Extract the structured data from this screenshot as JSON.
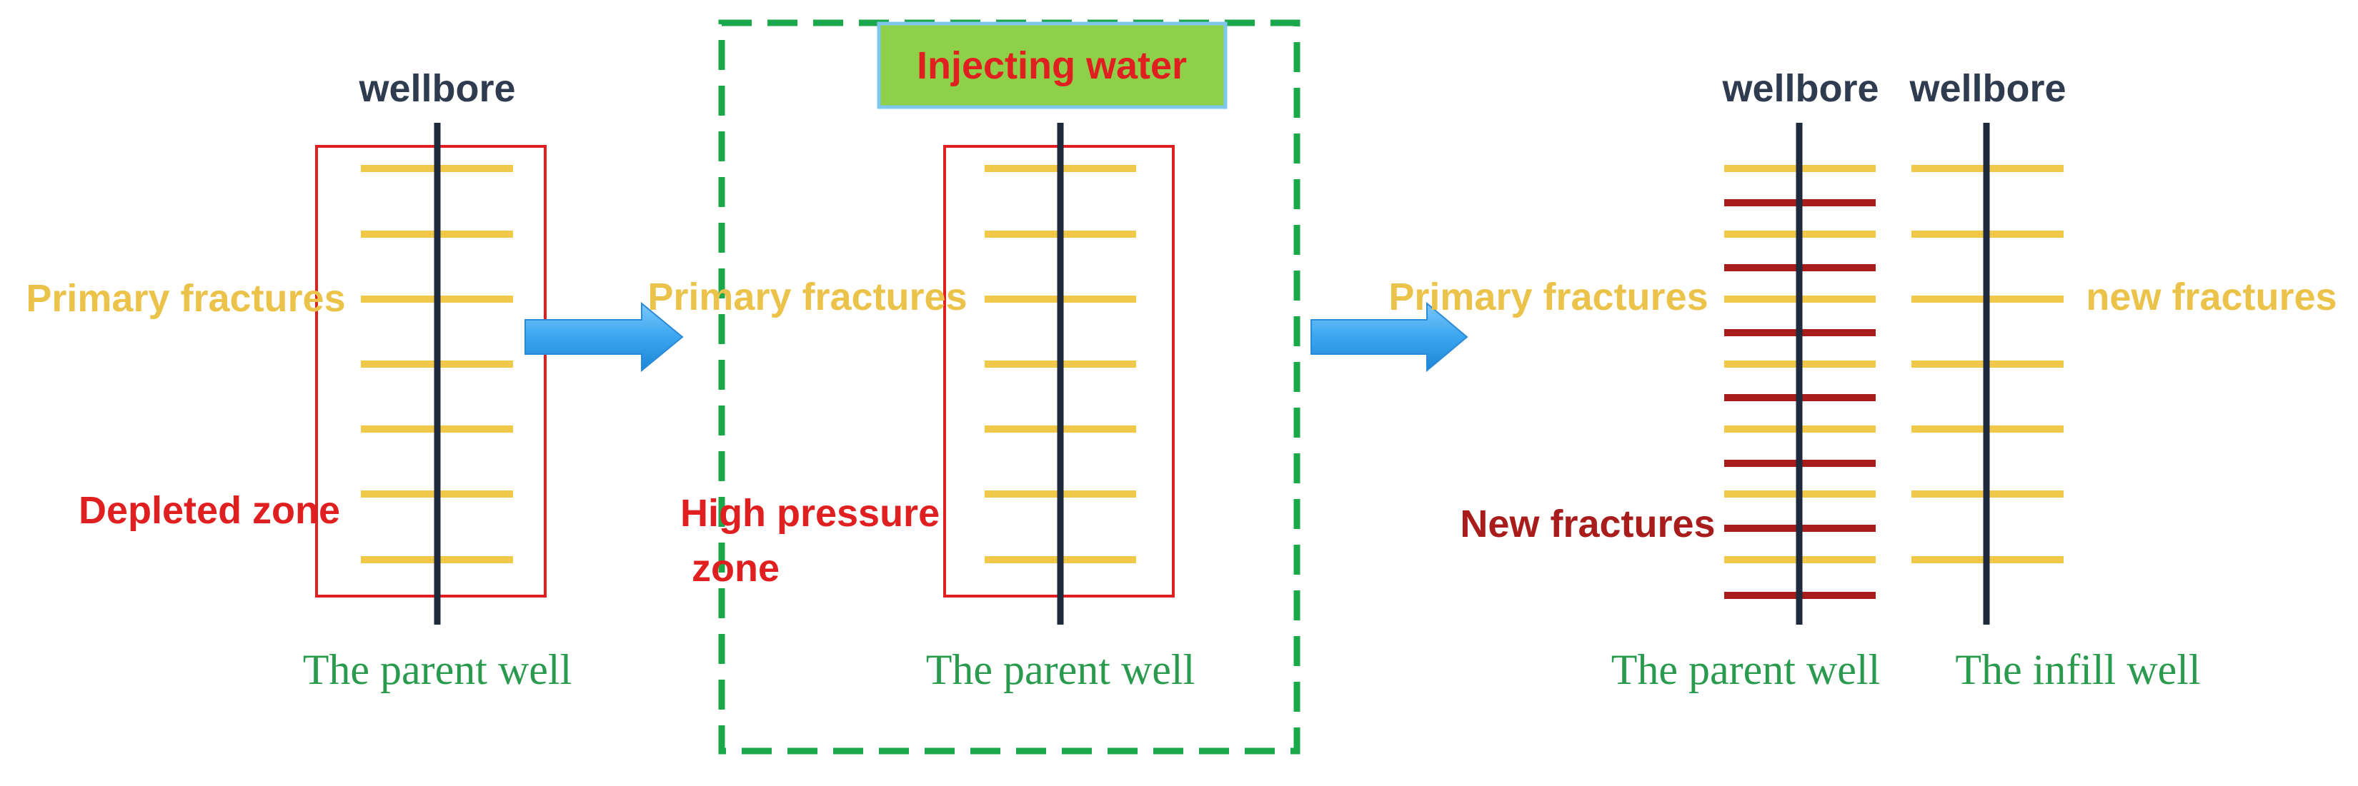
{
  "labels": {
    "wellbore": "wellbore",
    "primary_fractures": "Primary fractures",
    "depleted_zone": "Depleted zone",
    "high_pressure_line1": "High pressure",
    "high_pressure_line2": "zone",
    "injecting_water": "Injecting water",
    "new_fractures_infill": "new fractures",
    "new_fractures_parent": "New fractures",
    "parent_well": "The parent well",
    "infill_well": "The infill well"
  },
  "colors": {
    "wellbore": "#1f2a3c",
    "primary_fracture": "#f0c94a",
    "new_fracture_red": "#a81c1c",
    "zone_box": "#e02020",
    "dashed_box": "#1aa84a",
    "arrow": "#3aa6f0",
    "injecting_bg": "#8fd04a",
    "injecting_border": "#7fc6ec",
    "label_dark": "#2f3b4e",
    "label_yellow": "#ecc34a",
    "label_red": "#e02020",
    "label_darkred": "#a81c1c",
    "label_green": "#2a9a4e"
  },
  "icons": {
    "arrow": "right-arrow-icon"
  }
}
